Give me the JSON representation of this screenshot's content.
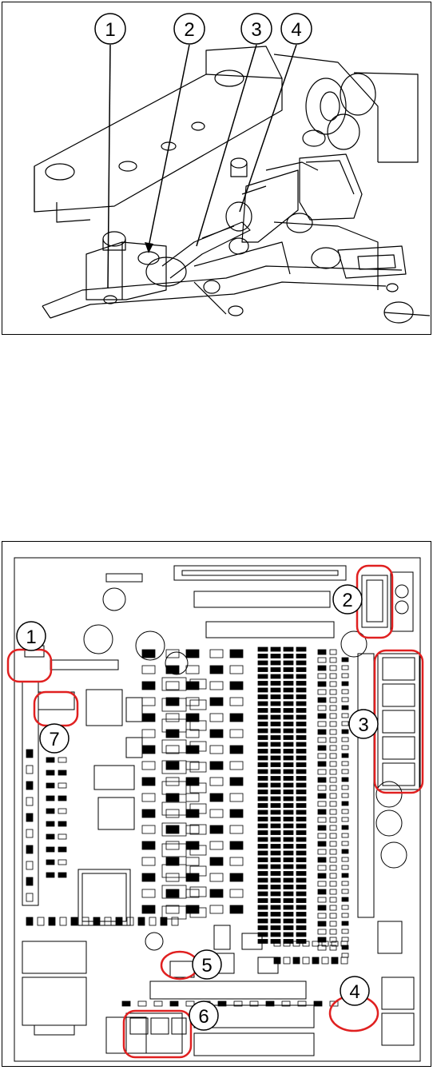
{
  "figures": [
    {
      "callouts": [
        "1",
        "2",
        "3",
        "4"
      ]
    },
    {
      "callouts": [
        "1",
        "2",
        "3",
        "4",
        "5",
        "6",
        "7"
      ],
      "highlight_color": "#e02020"
    }
  ]
}
